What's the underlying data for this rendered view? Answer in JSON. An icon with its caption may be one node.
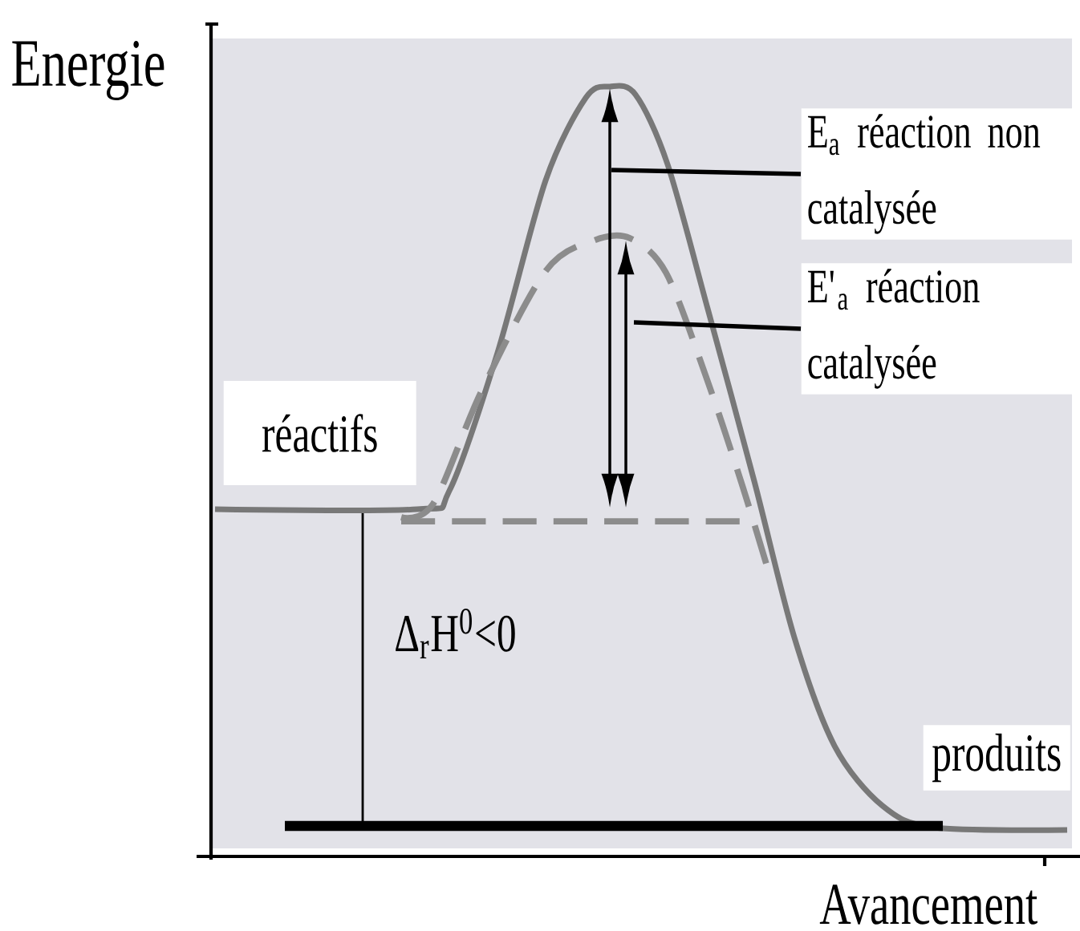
{
  "diagram": {
    "nodes": [
      {
        "text": [
          "E$_{a}$ réaction non catalysée"
        ]
      },
      {
        "text": [
          "E'$_{a}$ réaction catalysée"
        ]
      }
    ],
    "edges": [
      {
        "from": 0,
        "to": null,
        "arrow": "none"
      },
      {
        "from": 1,
        "to": null,
        "arrow": "none"
      }
    ],
    "labels": [
      "Energie",
      "réactifs",
      "Δ$_{r}$H$^{0}$<0",
      "produits",
      "Avancement"
    ]
  }
}
